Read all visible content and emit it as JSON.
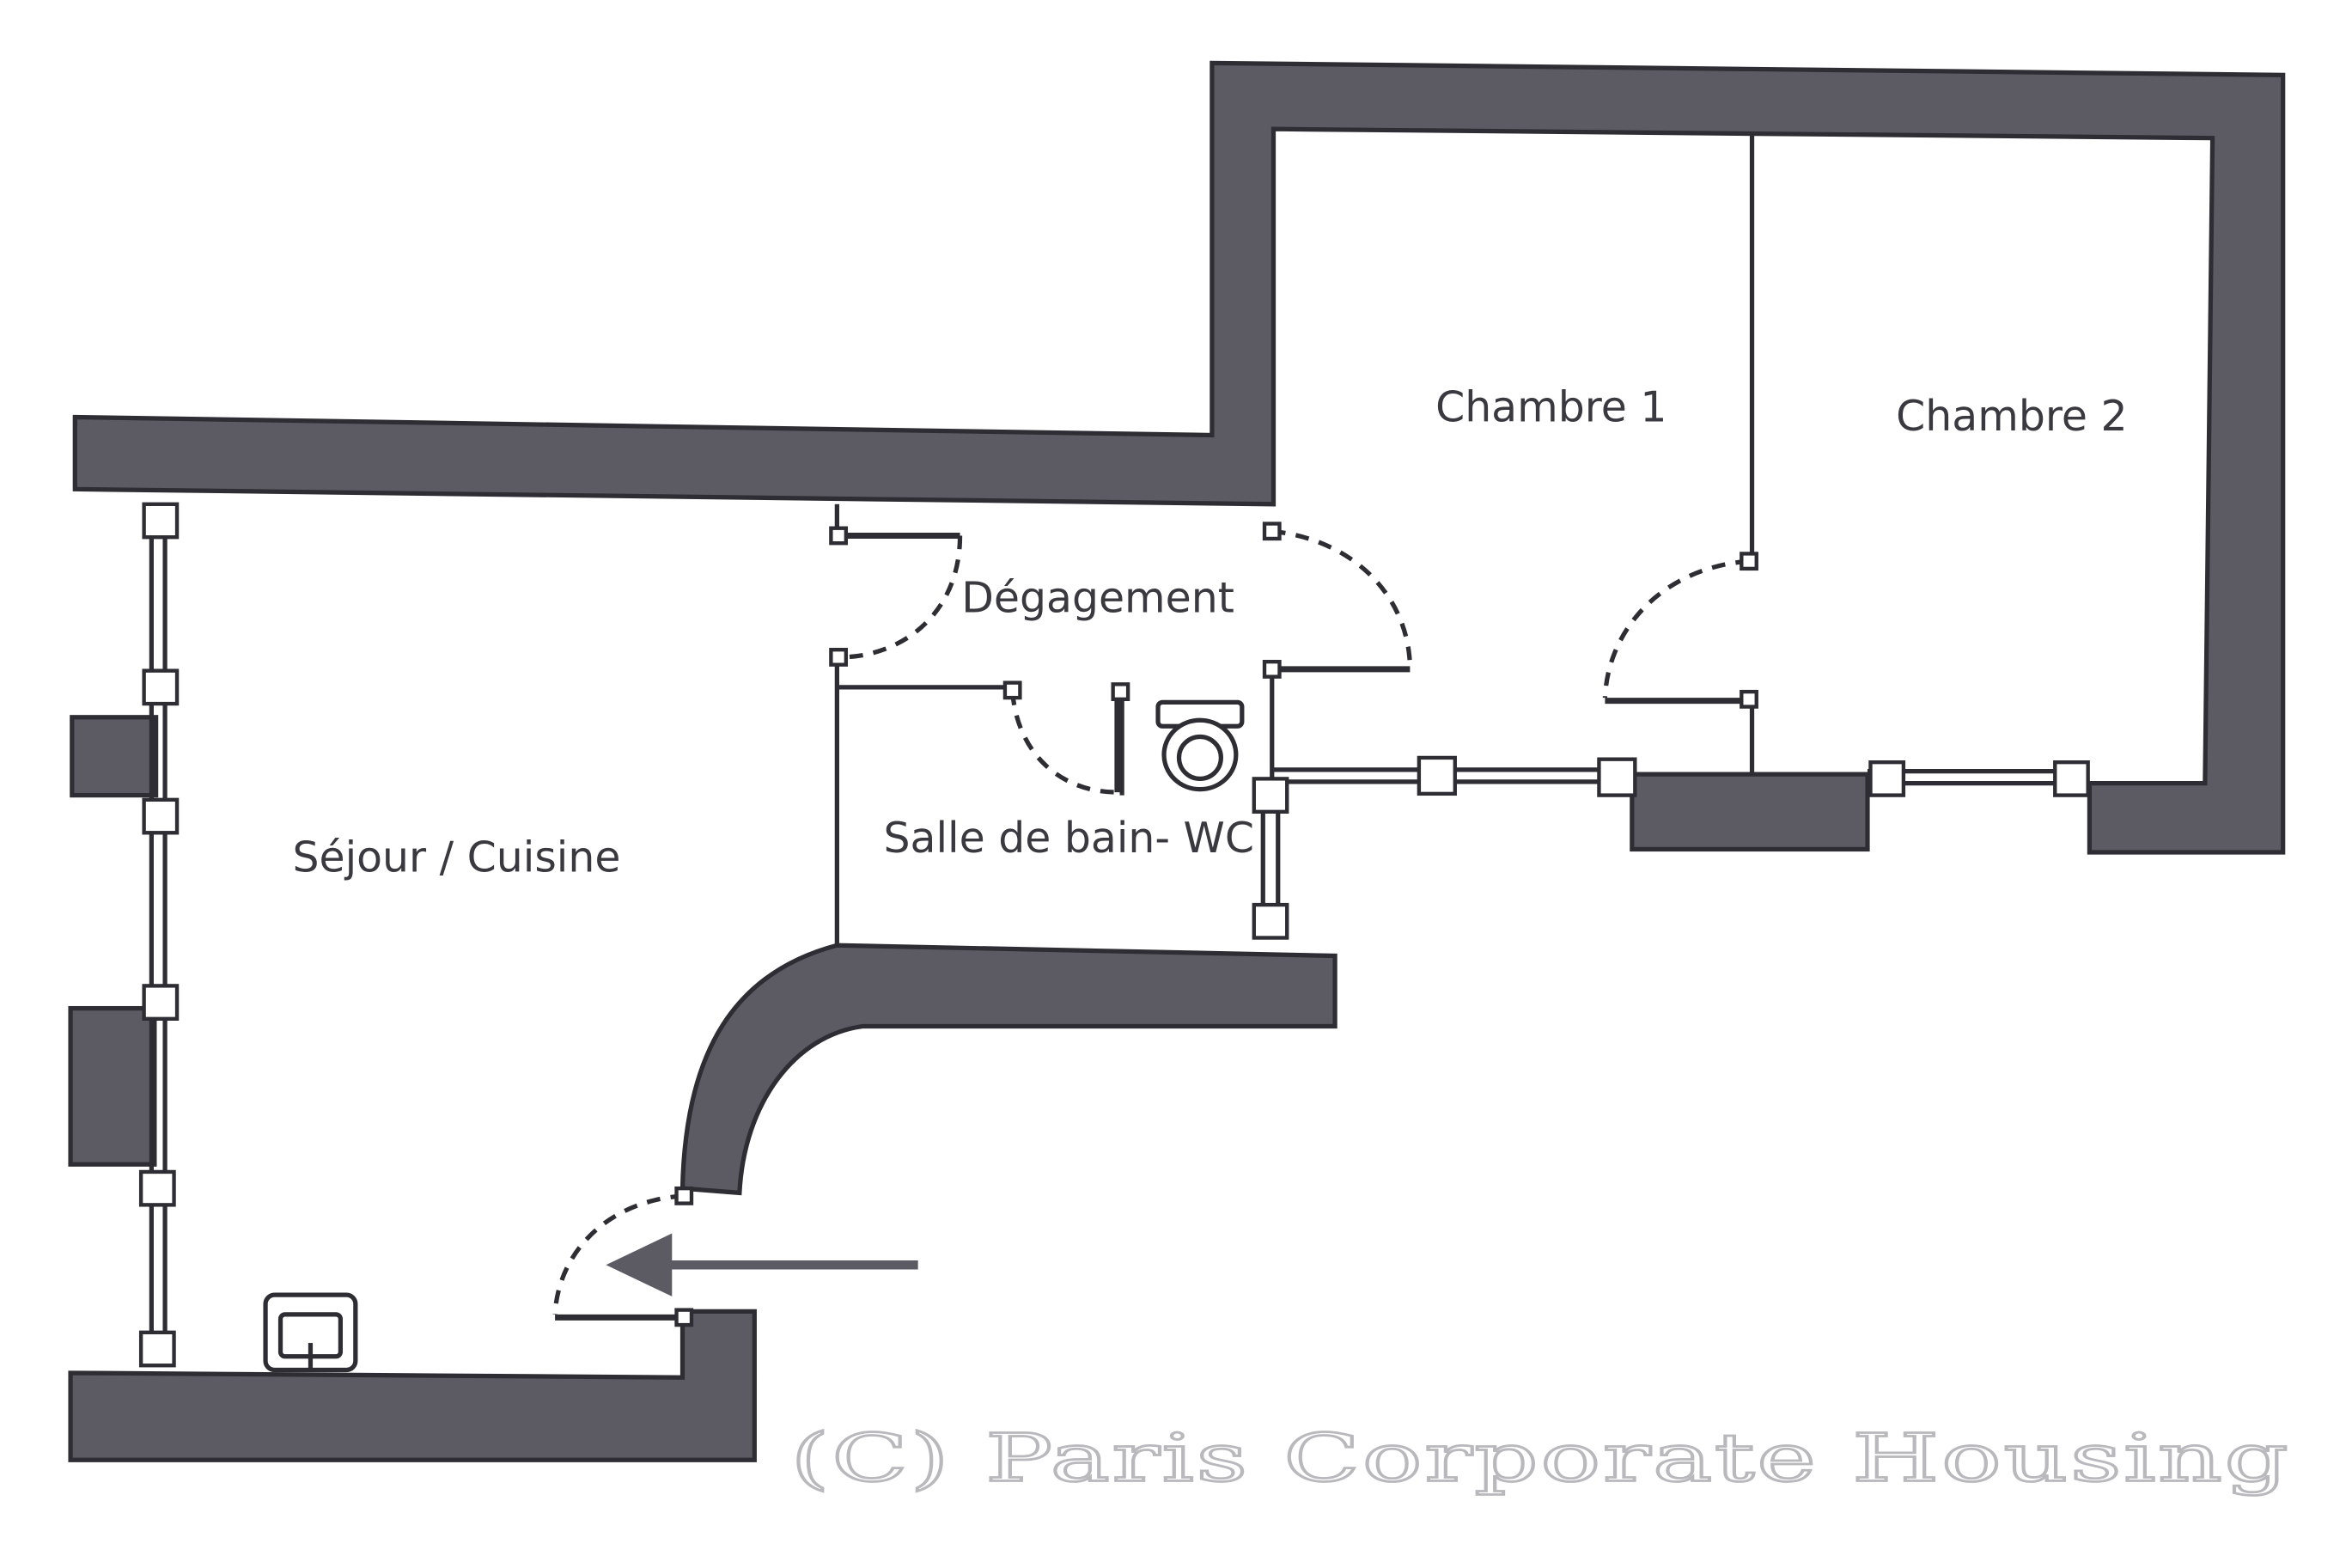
{
  "rooms": {
    "sejour_cuisine": "Séjour / Cuisine",
    "degagement": "Dégagement",
    "salle_de_bain_wc": "Salle de bain- WC",
    "chambre_1": "Chambre 1",
    "chambre_2": "Chambre 2"
  },
  "watermark": "(C) Paris Corporate Housing",
  "colors": {
    "wall": "#5c5a63",
    "line": "#2e2d33",
    "label": "#3a3940",
    "background": "#ffffff"
  },
  "icons": {
    "entrance_arrow": "entrance-arrow-icon",
    "toilet": "toilet-icon",
    "sink": "sink-icon"
  }
}
